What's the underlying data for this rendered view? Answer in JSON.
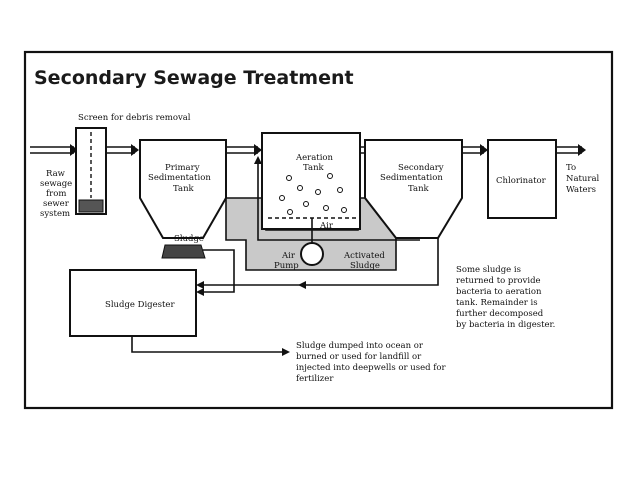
{
  "title": "Secondary Sewage Treatment",
  "labels": {
    "screen": "Screen for debris removal",
    "raw": [
      "Raw",
      "sewage",
      "from",
      "sewer",
      "system"
    ],
    "primary": [
      "Primary",
      "Sedimentation",
      "Tank"
    ],
    "sludge": "Sludge",
    "aeration": [
      "Aeration",
      "Tank"
    ],
    "air": "Air",
    "air_pump": [
      "Air",
      "Pump"
    ],
    "activated": [
      "Activated",
      "Sludge"
    ],
    "secondary": [
      "Secondary",
      "Sedimentation",
      "Tank"
    ],
    "chlorinator": "Chlorinator",
    "to_waters": [
      "To",
      "Natural",
      "Waters"
    ],
    "digester": "Sludge Digester",
    "returned_note": [
      "Some sludge is",
      "returned to provide",
      "bacteria to aeration",
      "tank. Remainder is",
      "further decomposed",
      "by bacteria in digester."
    ],
    "dumped_note": [
      "Sludge dumped into ocean or",
      "burned or used for landfill or",
      "injected into deepwells or used for",
      "fertilizer"
    ]
  }
}
